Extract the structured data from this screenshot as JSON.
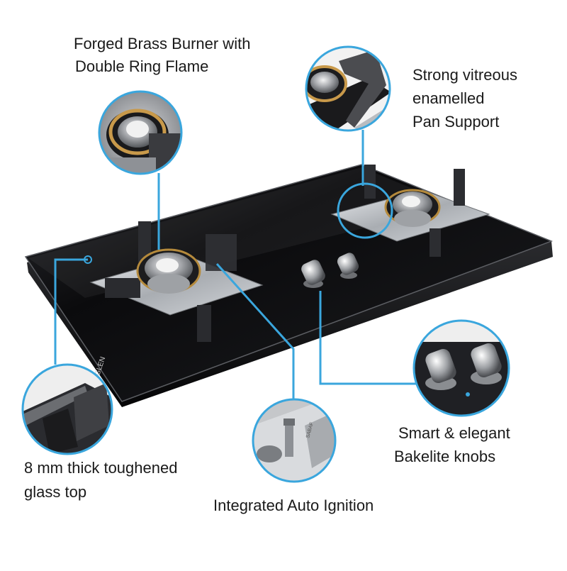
{
  "features": [
    {
      "id": "burner",
      "lines": [
        "Forged Brass Burner with",
        "Double Ring Flame"
      ]
    },
    {
      "id": "pan_support",
      "lines": [
        "Strong vitreous",
        "enamelled",
        "Pan Support"
      ]
    },
    {
      "id": "glass_top",
      "lines": [
        "8 mm thick toughened",
        "glass top"
      ]
    },
    {
      "id": "knobs",
      "lines": [
        "Smart & elegant",
        "Bakelite knobs"
      ]
    },
    {
      "id": "ignition",
      "lines": [
        "Integrated Auto Ignition"
      ]
    }
  ],
  "product": {
    "brand": "GLEN"
  },
  "colors": {
    "callout_line": "#3aa6dd",
    "glass": "#0c0c0e",
    "steel": "#b9bcc0",
    "brass": "#b58a3c"
  }
}
